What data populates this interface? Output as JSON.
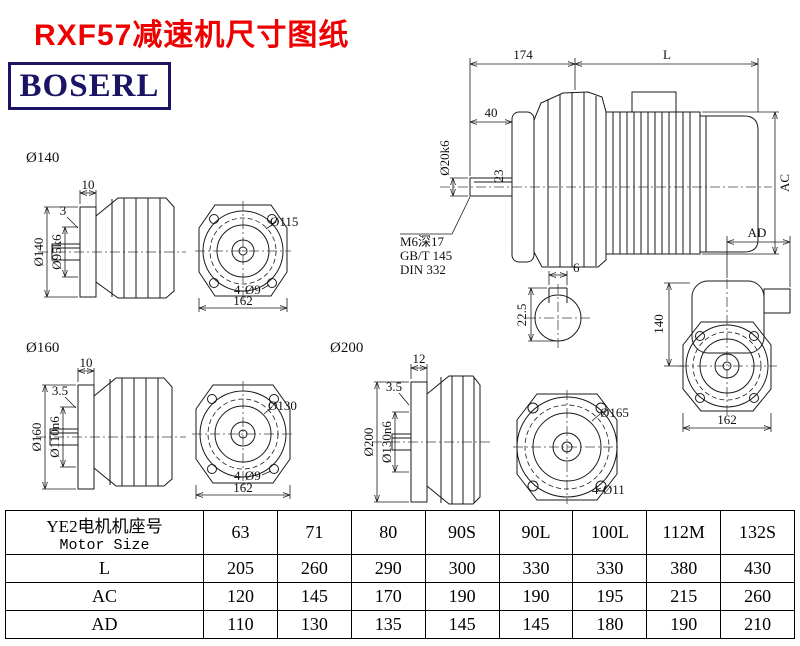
{
  "title": "RXF57减速机尺寸图纸",
  "logo": "BOSERL",
  "colors": {
    "title_red": "#ee0000",
    "logo_navy": "#1b1464",
    "line": "#1a1a1a"
  },
  "flange140": {
    "section_label": "Ø140",
    "dim_top1": "10",
    "dim_top2": "3",
    "dim_od": "Ø140",
    "dim_spigot": "Ø95k6",
    "dim_bolt_circle": "Ø115",
    "dim_holes": "4-Ø9",
    "dim_width": "162"
  },
  "flange160": {
    "section_label": "Ø160",
    "dim_top1": "10",
    "dim_top2": "3.5",
    "dim_od": "Ø160",
    "dim_spigot": "Ø110n6",
    "dim_bolt_circle": "Ø130",
    "dim_holes": "4-Ø9",
    "dim_width": "162"
  },
  "flange200": {
    "section_label": "Ø200",
    "dim_top1": "12",
    "dim_top2": "3.5",
    "dim_od": "Ø200",
    "dim_spigot": "Ø130n6",
    "dim_bolt_circle": "Ø165",
    "dim_holes": "4-Ø11"
  },
  "main_view": {
    "dim_174": "174",
    "dim_L": "L",
    "dim_40": "40",
    "dim_shaft_dia": "Ø20k6",
    "dim_23": "23",
    "dim_AC": "AC",
    "note_tap": "M6深17",
    "note_gbt": "GB/T 145",
    "note_din": "DIN 332"
  },
  "key_section": {
    "dim_width": "6",
    "dim_height": "22.5"
  },
  "side_view": {
    "dim_AD": "AD",
    "dim_140": "140",
    "dim_162": "162"
  },
  "table": {
    "header_cn": "YE2电机机座号",
    "header_en": "Motor Size",
    "sizes": [
      "63",
      "71",
      "80",
      "90S",
      "90L",
      "100L",
      "112M",
      "132S"
    ],
    "rows": [
      {
        "label": "L",
        "values": [
          "205",
          "260",
          "290",
          "300",
          "330",
          "330",
          "380",
          "430"
        ]
      },
      {
        "label": "AC",
        "values": [
          "120",
          "145",
          "170",
          "190",
          "190",
          "195",
          "215",
          "260"
        ]
      },
      {
        "label": "AD",
        "values": [
          "110",
          "130",
          "135",
          "145",
          "145",
          "180",
          "190",
          "210"
        ]
      }
    ]
  }
}
